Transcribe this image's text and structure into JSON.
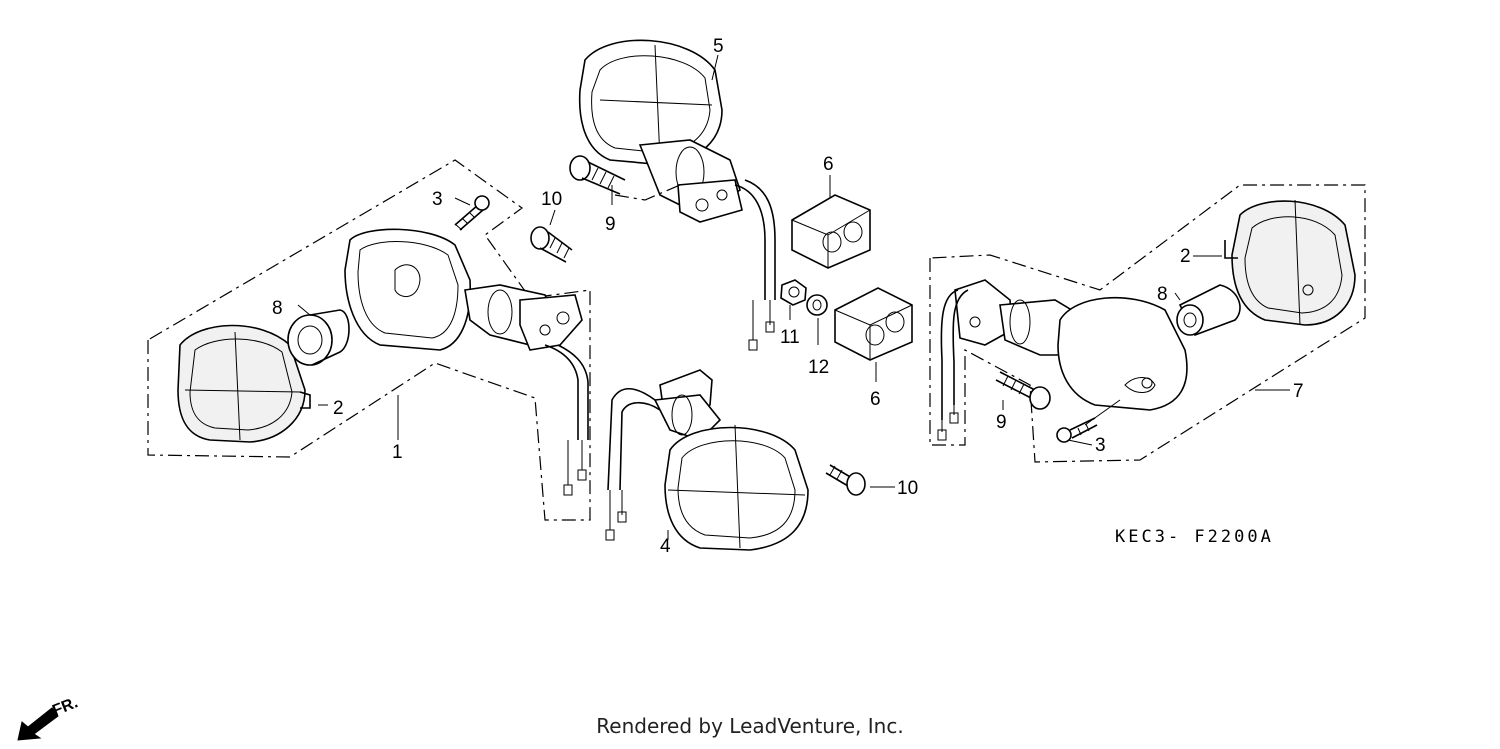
{
  "diagram": {
    "code": "KEC3- F2200A",
    "direction_label": "FR.",
    "credit": "Rendered by LeadVenture, Inc.",
    "callouts": {
      "c1": "1",
      "c2a": "2",
      "c2b": "2",
      "c3a": "3",
      "c3b": "3",
      "c4": "4",
      "c5": "5",
      "c6a": "6",
      "c6b": "6",
      "c7": "7",
      "c8a": "8",
      "c8b": "8",
      "c9a": "9",
      "c9b": "9",
      "c10a": "10",
      "c10b": "10",
      "c11": "11",
      "c12": "12"
    }
  }
}
